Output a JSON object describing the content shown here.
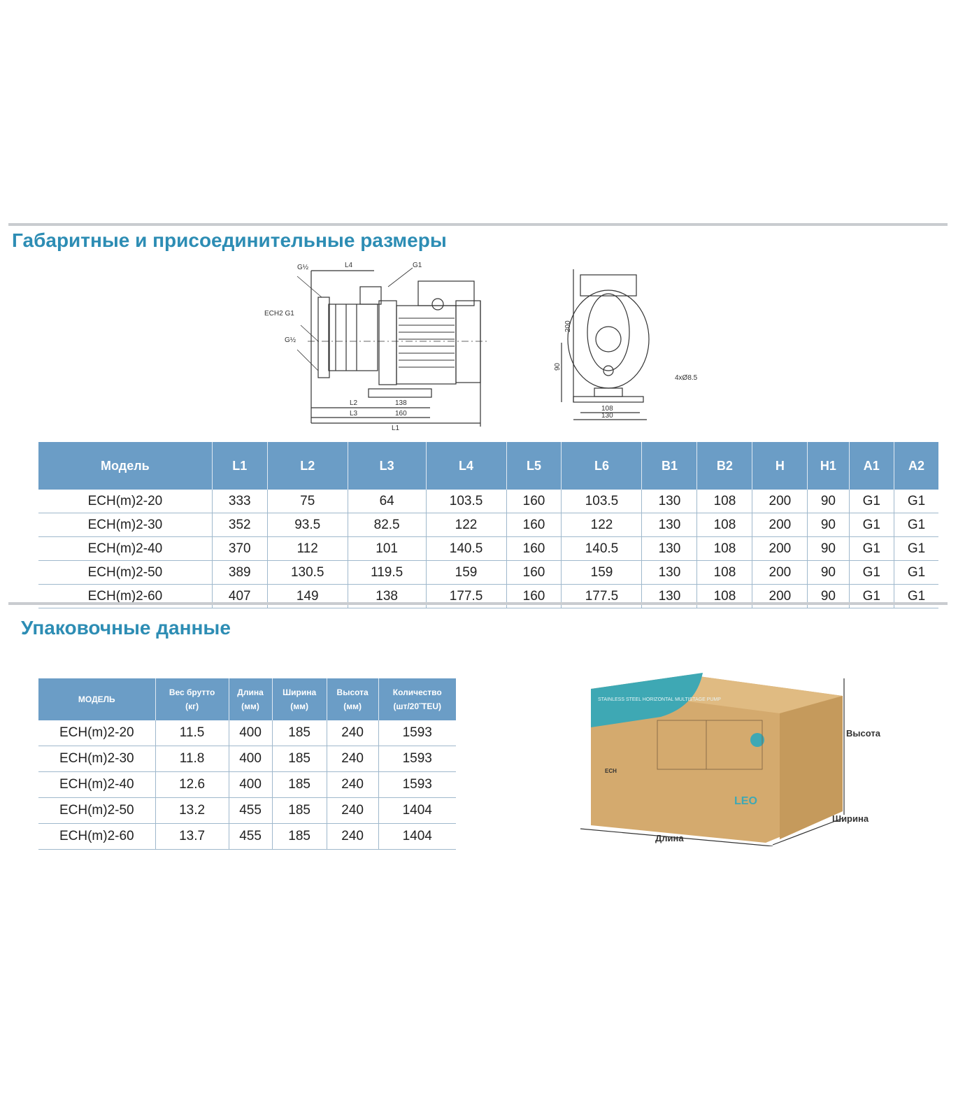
{
  "dimensions": {
    "title": "Габаритные и присоединительные размеры",
    "drawing_labels": {
      "g_half_top": "G½",
      "l4": "L4",
      "g1_top": "G1",
      "ech2_g1": "ECH2 G1",
      "g_half_bottom": "G½",
      "l2": "L2",
      "l3": "L3",
      "l1": "L1",
      "d138": "138",
      "d160": "160",
      "d200": "200",
      "d90": "90",
      "holes": "4xØ8.5",
      "d108": "108",
      "d130": "130"
    },
    "columns": [
      "Модель",
      "L1",
      "L2",
      "L3",
      "L4",
      "L5",
      "L6",
      "B1",
      "B2",
      "H",
      "H1",
      "A1",
      "A2"
    ],
    "rows": [
      [
        "ECH(m)2-20",
        "333",
        "75",
        "64",
        "103.5",
        "160",
        "103.5",
        "130",
        "108",
        "200",
        "90",
        "G1",
        "G1"
      ],
      [
        "ECH(m)2-30",
        "352",
        "93.5",
        "82.5",
        "122",
        "160",
        "122",
        "130",
        "108",
        "200",
        "90",
        "G1",
        "G1"
      ],
      [
        "ECH(m)2-40",
        "370",
        "112",
        "101",
        "140.5",
        "160",
        "140.5",
        "130",
        "108",
        "200",
        "90",
        "G1",
        "G1"
      ],
      [
        "ECH(m)2-50",
        "389",
        "130.5",
        "119.5",
        "159",
        "160",
        "159",
        "130",
        "108",
        "200",
        "90",
        "G1",
        "G1"
      ],
      [
        "ECH(m)2-60",
        "407",
        "149",
        "138",
        "177.5",
        "160",
        "177.5",
        "130",
        "108",
        "200",
        "90",
        "G1",
        "G1"
      ]
    ]
  },
  "packaging": {
    "title": "Упаковочные данные",
    "columns": [
      [
        "МОДЕЛЬ",
        ""
      ],
      [
        "Вес брутто",
        "(кг)"
      ],
      [
        "Длина",
        "(мм)"
      ],
      [
        "Ширина",
        "(мм)"
      ],
      [
        "Высота",
        "(мм)"
      ],
      [
        "Количество",
        "(шт/20˝TEU)"
      ]
    ],
    "rows": [
      [
        "ECH(m)2-20",
        "11.5",
        "400",
        "185",
        "240",
        "1593"
      ],
      [
        "ECH(m)2-30",
        "11.8",
        "400",
        "185",
        "240",
        "1593"
      ],
      [
        "ECH(m)2-40",
        "12.6",
        "400",
        "185",
        "240",
        "1593"
      ],
      [
        "ECH(m)2-50",
        "13.2",
        "455",
        "185",
        "240",
        "1404"
      ],
      [
        "ECH(m)2-60",
        "13.7",
        "455",
        "185",
        "240",
        "1404"
      ]
    ],
    "box": {
      "height_label": "Высота",
      "width_label": "Ширина",
      "length_label": "Длина",
      "banner_text": "STAINLESS STEEL HORIZONTAL MULTISTAGE PUMP",
      "model": "ECH",
      "logo": "LEO"
    }
  }
}
